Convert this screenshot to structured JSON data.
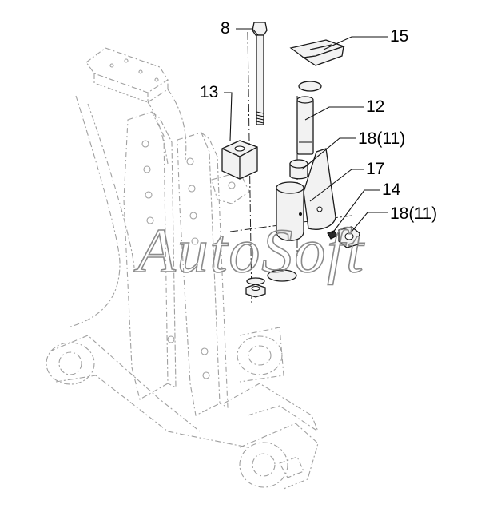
{
  "diagram": {
    "watermark": "AutoSoft",
    "callouts": [
      {
        "id": "c8",
        "text": "8"
      },
      {
        "id": "c13",
        "text": "13"
      },
      {
        "id": "c15",
        "text": "15"
      },
      {
        "id": "c12",
        "text": "12"
      },
      {
        "id": "c18a",
        "text": "18(11)"
      },
      {
        "id": "c17",
        "text": "17"
      },
      {
        "id": "c14",
        "text": "14"
      },
      {
        "id": "c18b",
        "text": "18(11)"
      }
    ]
  }
}
